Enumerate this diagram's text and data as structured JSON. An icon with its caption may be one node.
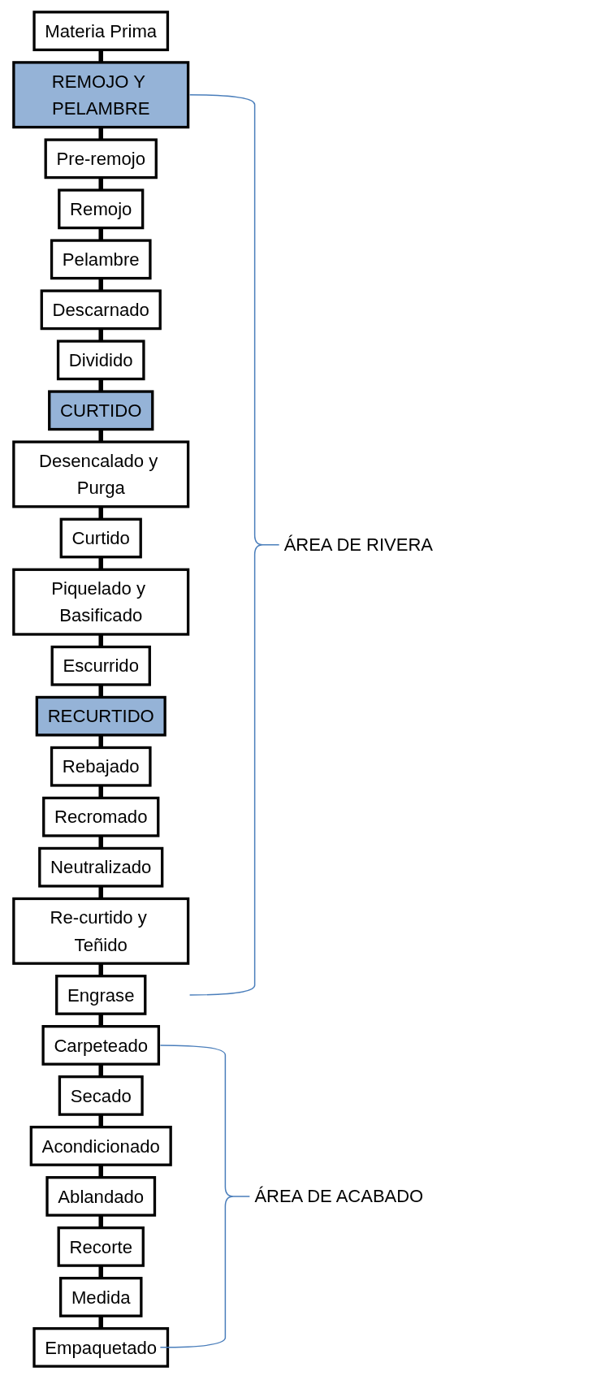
{
  "diagram": {
    "nodes": [
      {
        "text": [
          "Materia Prima"
        ]
      },
      {
        "text": [
          "REMOJO Y PELAMBRE"
        ]
      },
      {
        "text": [
          "Pre-remojo"
        ]
      },
      {
        "text": [
          "Remojo"
        ]
      },
      {
        "text": [
          "Pelambre"
        ]
      },
      {
        "text": [
          "Descarnado"
        ]
      },
      {
        "text": [
          "Dividido"
        ]
      },
      {
        "text": [
          "CURTIDO"
        ]
      },
      {
        "text": [
          "Desencalado y Purga"
        ]
      },
      {
        "text": [
          "Curtido"
        ]
      },
      {
        "text": [
          "Piquelado y Basificado"
        ]
      },
      {
        "text": [
          "Escurrido"
        ]
      },
      {
        "text": [
          "RECURTIDO"
        ]
      },
      {
        "text": [
          "Rebajado"
        ]
      },
      {
        "text": [
          "Recromado"
        ]
      },
      {
        "text": [
          "Neutralizado"
        ]
      },
      {
        "text": [
          "Re-curtido y Teñido"
        ]
      },
      {
        "text": [
          "Engrase"
        ]
      },
      {
        "text": [
          "Carpeteado"
        ]
      },
      {
        "text": [
          "Secado"
        ]
      },
      {
        "text": [
          "Acondicionado"
        ]
      },
      {
        "text": [
          "Ablandado"
        ]
      },
      {
        "text": [
          "Recorte"
        ]
      },
      {
        "text": [
          "Medida"
        ]
      },
      {
        "text": [
          "Empaquetado"
        ]
      }
    ],
    "edges": [
      {
        "from": 0,
        "to": 1,
        "arrow": "none"
      },
      {
        "from": 1,
        "to": 2,
        "arrow": "none"
      },
      {
        "from": 2,
        "to": 3,
        "arrow": "none"
      },
      {
        "from": 3,
        "to": 4,
        "arrow": "none"
      },
      {
        "from": 4,
        "to": 5,
        "arrow": "none"
      },
      {
        "from": 5,
        "to": 6,
        "arrow": "none"
      },
      {
        "from": 6,
        "to": 7,
        "arrow": "none"
      },
      {
        "from": 7,
        "to": 8,
        "arrow": "none"
      },
      {
        "from": 8,
        "to": 9,
        "arrow": "none"
      },
      {
        "from": 9,
        "to": 10,
        "arrow": "none"
      },
      {
        "from": 10,
        "to": 11,
        "arrow": "none"
      },
      {
        "from": 11,
        "to": 12,
        "arrow": "none"
      },
      {
        "from": 12,
        "to": 13,
        "arrow": "none"
      },
      {
        "from": 13,
        "to": 14,
        "arrow": "none"
      },
      {
        "from": 14,
        "to": 15,
        "arrow": "none"
      },
      {
        "from": 15,
        "to": 16,
        "arrow": "none"
      },
      {
        "from": 16,
        "to": 17,
        "arrow": "none"
      },
      {
        "from": 17,
        "to": 18,
        "arrow": "none"
      },
      {
        "from": 18,
        "to": 19,
        "arrow": "none"
      },
      {
        "from": 19,
        "to": 20,
        "arrow": "none"
      },
      {
        "from": 20,
        "to": 21,
        "arrow": "none"
      },
      {
        "from": 21,
        "to": 22,
        "arrow": "none"
      },
      {
        "from": 22,
        "to": 23,
        "arrow": "none"
      },
      {
        "from": 23,
        "to": 24,
        "arrow": "none"
      }
    ],
    "labels": [
      "ÁREA DE RIVERA",
      "ÁREA DE ACABADO"
    ]
  }
}
